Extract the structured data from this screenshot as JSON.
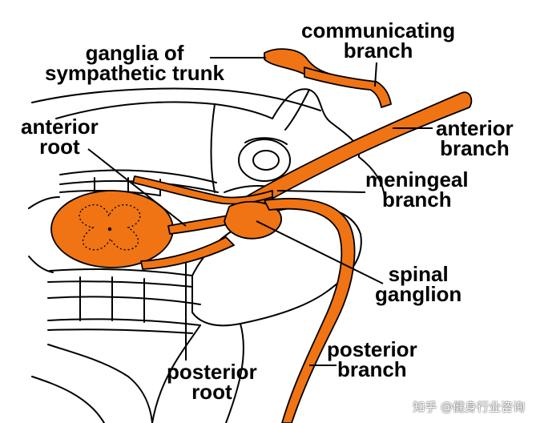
{
  "colors": {
    "nerve": "#f07414",
    "outline": "#000000",
    "background": "#ffffff"
  },
  "labels": {
    "ganglia": {
      "line1": "ganglia of",
      "line2": "sympathetic trunk"
    },
    "communicating": {
      "line1": "communicating",
      "line2": "branch"
    },
    "anterior_root": {
      "line1": "anterior",
      "line2": "root"
    },
    "anterior_branch": {
      "line1": "anterior",
      "line2": "branch"
    },
    "meningeal": {
      "line1": "meningeal",
      "line2": "branch"
    },
    "spinal_ganglion": {
      "line1": "spinal",
      "line2": "ganglion"
    },
    "posterior_branch": {
      "line1": "posterior",
      "line2": "branch"
    },
    "posterior_root": {
      "line1": "posterior",
      "line2": "root"
    }
  },
  "watermark": "知乎 @健身行业咨询"
}
